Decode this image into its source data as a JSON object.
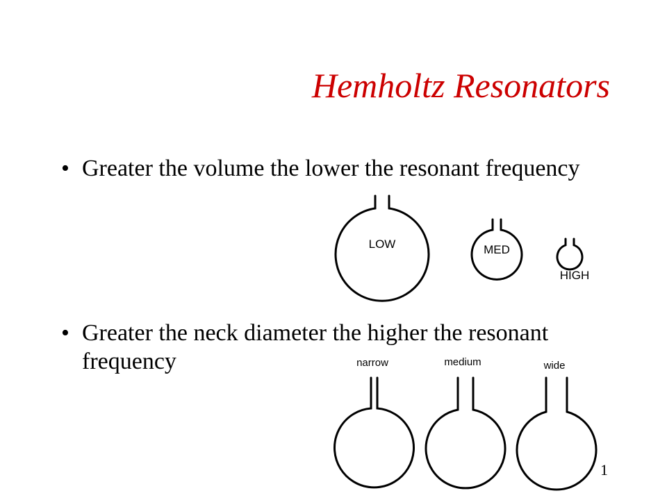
{
  "slide": {
    "title": "Hemholtz Resonators",
    "bullet_glyph": "•",
    "bullets": [
      "Greater the volume the lower the resonant frequency",
      "Greater the neck diameter the higher the resonant frequency"
    ],
    "page_number": "1"
  },
  "volume_diagram": {
    "labels": [
      "LOW",
      "MED",
      "HIGH"
    ]
  },
  "neck_diagram": {
    "labels": [
      "narrow",
      "medium",
      "wide"
    ]
  },
  "colors": {
    "title": "#cc0000",
    "text": "#000000",
    "background": "#ffffff"
  }
}
